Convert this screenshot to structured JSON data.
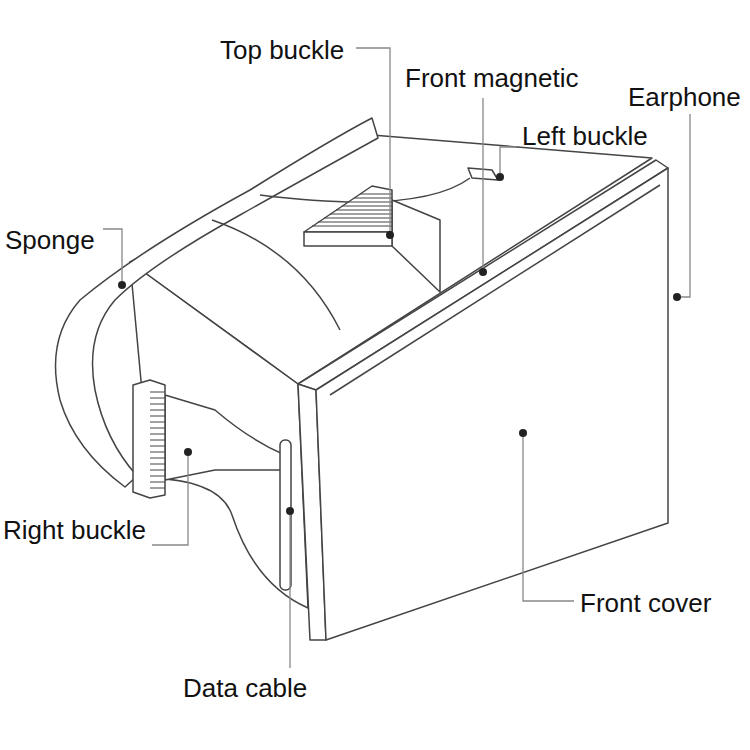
{
  "diagram": {
    "labels": [
      "Top buckle",
      "Front magnetic",
      "Earphone",
      "Left buckle",
      "Sponge",
      "Right buckle",
      "Front cover",
      "Data cable"
    ]
  }
}
